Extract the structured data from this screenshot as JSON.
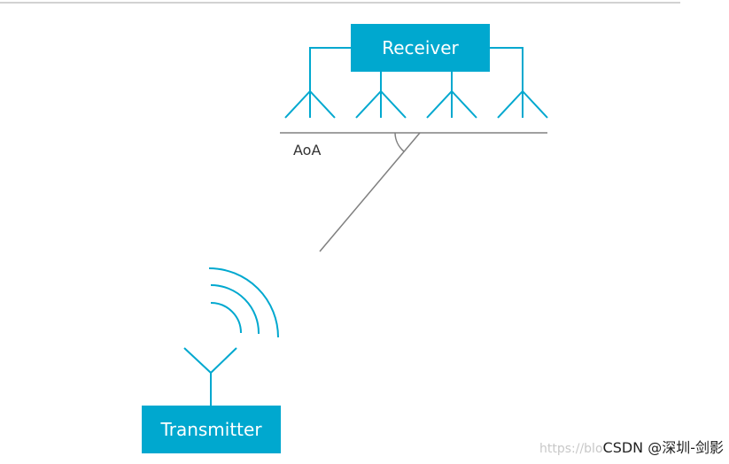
{
  "diagram": {
    "receiver_label": "Receiver",
    "transmitter_label": "Transmitter",
    "angle_label": "AoA",
    "antenna_array_count": 4,
    "colors": {
      "accent": "#00a8cf",
      "line": "#808080"
    },
    "icons": {
      "receiver_antenna": "antenna-icon",
      "transmitter_antenna": "antenna-icon",
      "signal_waves": "signal-waves-icon"
    }
  },
  "watermark": {
    "faded_prefix": "https://blo",
    "text": "CSDN @深圳-剑影"
  }
}
